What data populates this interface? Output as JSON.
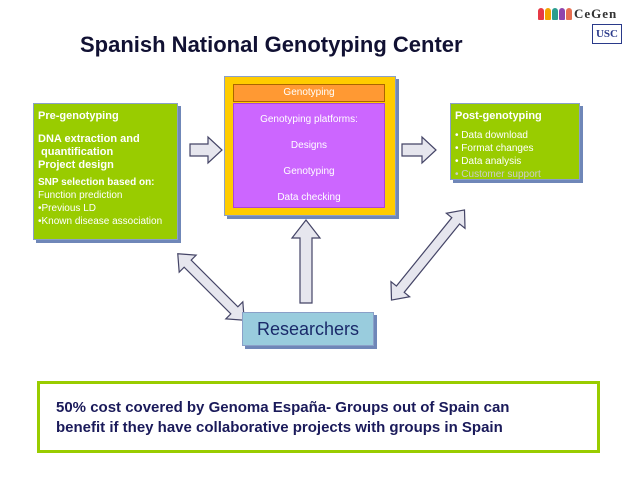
{
  "title": "Spanish National Genotyping Center",
  "logo": {
    "brand": "CeGen",
    "institution": "USC",
    "figure_colors": [
      "#e63946",
      "#f4a300",
      "#2a9d8f",
      "#8e44ad",
      "#e76f51"
    ]
  },
  "pre_genotyping": {
    "heading": "Pre-genotyping",
    "line1": "DNA extraction and",
    "line2": " quantification",
    "line3": "Project design",
    "snp_heading": "SNP selection based on:",
    "item1": "Function prediction",
    "item2": "Previous LD",
    "item3": "Known disease association"
  },
  "genotyping": {
    "tab_label": "Genotyping",
    "platforms_heading": "Genotyping platforms:",
    "item1": "Designs",
    "item2": "Genotyping",
    "item3": "Data checking"
  },
  "post_genotyping": {
    "heading": "Post-genotyping",
    "item1": "Data download",
    "item2": "Format changes",
    "item3": "Data analysis",
    "item4": "Customer support"
  },
  "researchers_label": "Researchers",
  "note": {
    "line1": "50% cost covered by Genoma España- Groups out of Spain can",
    "line2": "benefit if they have collaborative projects with groups in Spain"
  },
  "colors": {
    "green_box": "#99cc00",
    "yellow_box": "#ffcc00",
    "orange_tab": "#ff9933",
    "purple_box": "#cc66ff",
    "researchers_box": "#99ccdd",
    "arrow_fill": "#e6e6ee"
  }
}
